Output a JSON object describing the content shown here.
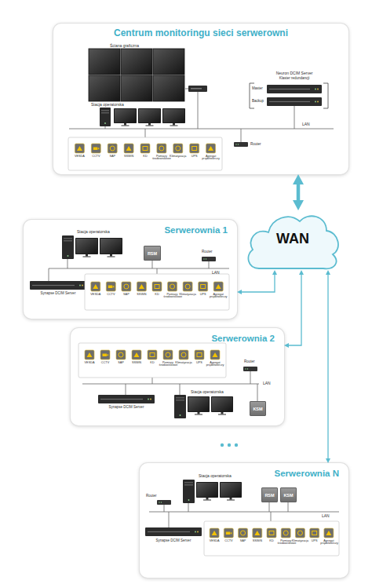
{
  "diagram": {
    "nodes": [
      {
        "text": [
          "Centrum monitoringu sieci serwerowni"
        ]
      },
      {
        "text": [
          "WAN"
        ]
      },
      {
        "text": [
          "Serwerownia 1"
        ]
      },
      {
        "text": [
          "RSM"
        ],
        "in": 2
      },
      {
        "text": [
          "Serwerownia 2"
        ]
      },
      {
        "text": [
          "KSM"
        ],
        "in": 4
      },
      {
        "text": [
          "Serwerownia N"
        ]
      },
      {
        "text": [
          "RSM"
        ],
        "in": 6
      },
      {
        "text": [
          "KSM"
        ],
        "in": 6
      }
    ],
    "edges": [
      {
        "from": 0,
        "to": 1,
        "arrow": "both"
      },
      {
        "from": 1,
        "to": 2,
        "arrow": "both"
      },
      {
        "from": 1,
        "to": 4,
        "arrow": "both"
      },
      {
        "from": 1,
        "to": 6,
        "arrow": "both"
      }
    ],
    "labels": [
      "Ściana graficzna",
      "Neuron DCIM Server",
      "Klaster redundancji",
      "Master",
      "Backup",
      "Stacja operatorska",
      "LAN",
      "Router",
      "VESDA",
      "CCTV",
      "SAP",
      "SSWiN",
      "KD",
      "Pomiary środowiskowe",
      "Klimatyzacja",
      "UPS",
      "Agregat prądotwórczy",
      "Stacja operatorska",
      "Router",
      "LAN",
      "Synapse DCIM Server",
      "VESDA",
      "CCTV",
      "SAP",
      "SSWiN",
      "KD",
      "Pomiary środowiskowe",
      "Klimatyzacja",
      "UPS",
      "Agregat prądotwórczy",
      "VESDA",
      "CCTV",
      "SAP",
      "SSWiN",
      "KD",
      "Pomiary środowiskowe",
      "Klimatyzacja",
      "UPS",
      "Agregat prądotwórczy",
      "Router",
      "LAN",
      "Stacja operatorska",
      "Synapse DCIM Server",
      "Stacja operatorska",
      "Router",
      "LAN",
      "Synapse DCIM Server",
      "VESDA",
      "CCTV",
      "SAP",
      "SSWiN",
      "KD",
      "Pomiary środowiskowe",
      "Klimatyzacja",
      "UPS",
      "Agregat prądotwórczy"
    ]
  }
}
